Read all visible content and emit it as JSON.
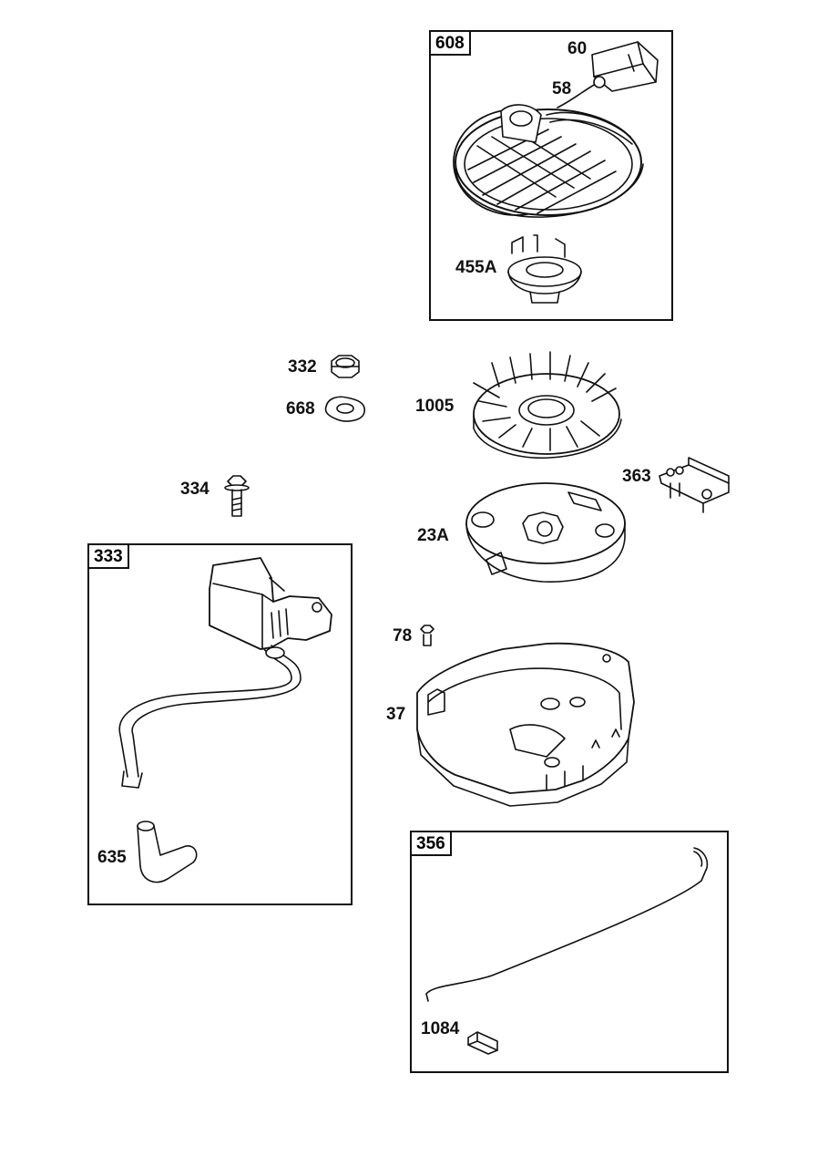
{
  "kits": [
    {
      "id": "kit-608",
      "tag": "608"
    },
    {
      "id": "kit-333",
      "tag": "333"
    },
    {
      "id": "kit-356",
      "tag": "356"
    }
  ],
  "parts": {
    "p60": "60",
    "p58": "58",
    "p455a": "455A",
    "p332": "332",
    "p668": "668",
    "p1005": "1005",
    "p334": "334",
    "p363": "363",
    "p23a": "23A",
    "p78": "78",
    "p37": "37",
    "p635": "635",
    "p1084": "1084"
  }
}
